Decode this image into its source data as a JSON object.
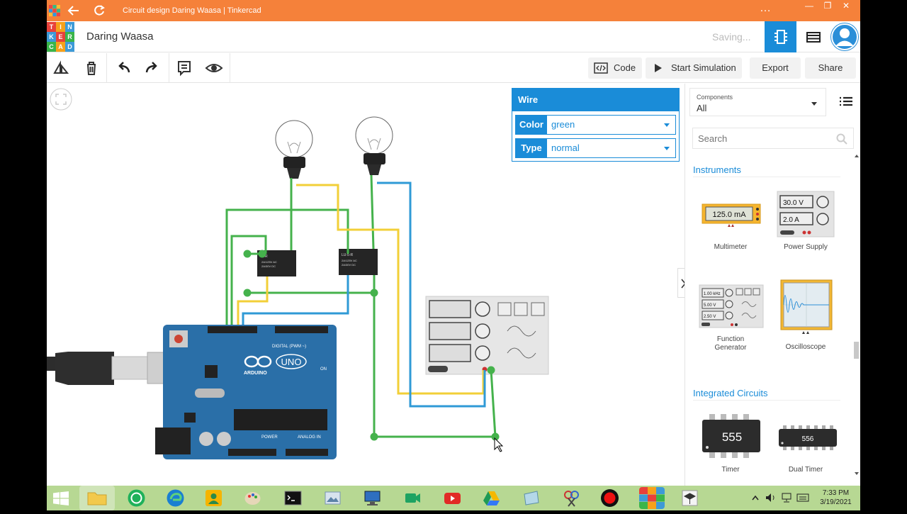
{
  "window": {
    "title": "Circuit design Daring Waasa | Tinkercad",
    "menu_glyph": "…"
  },
  "header": {
    "logo_letters": [
      "T",
      "I",
      "N",
      "K",
      "E",
      "R",
      "C",
      "A",
      "D"
    ],
    "project_name": "Daring Waasa",
    "status": "Saving..."
  },
  "toolbar": {
    "code_label": "Code",
    "simulate_label": "Start Simulation",
    "export_label": "Export",
    "share_label": "Share"
  },
  "inspector": {
    "title": "Wire",
    "color_label": "Color",
    "color_value": "green",
    "type_label": "Type",
    "type_value": "normal"
  },
  "panel": {
    "components_small": "Components",
    "components_value": "All",
    "search_placeholder": "Search",
    "sections": [
      {
        "title": "Instruments",
        "items": [
          {
            "label": "Multimeter",
            "display": "125.0 mA"
          },
          {
            "label": "Power Supply",
            "display_v": "30.0 V",
            "display_a": "2.0 A"
          },
          {
            "label": "Function Generator",
            "display_f": "1.00 kHz",
            "display_v": "5.00 V",
            "display_o": "2.50 V"
          },
          {
            "label": "Oscilloscope"
          }
        ]
      },
      {
        "title": "Integrated Circuits",
        "items": [
          {
            "label": "Timer",
            "chip": "555"
          },
          {
            "label": "Dual Timer",
            "chip": "556"
          }
        ]
      }
    ]
  },
  "board": {
    "logo_text": "ARDUINO",
    "model": "UNO",
    "digital_label": "DIGITAL (PWM ~)",
    "power_label": "POWER",
    "analog_label": "ANALOG IN",
    "on_label": "ON"
  },
  "relays": [
    {
      "line1": "S-R",
      "line2": "2A/125V AC",
      "line3": "2A/30V DC"
    },
    {
      "line1": "LU-5-R",
      "line2": "2A/125V AC",
      "line3": "2A/30V DC"
    }
  ],
  "wire_colors": {
    "green": "#45b24c",
    "yellow": "#f2cf38",
    "blue": "#2f9ad6"
  },
  "accent": "#1a8cd8",
  "taskbar": {
    "time": "7:33 PM",
    "date": "3/19/2021"
  }
}
